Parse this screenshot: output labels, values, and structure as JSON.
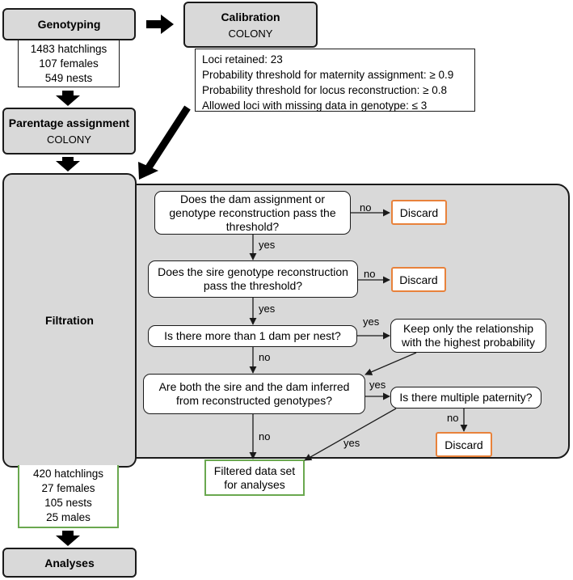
{
  "genotyping": {
    "title": "Genotyping",
    "counts": [
      "1483 hatchlings",
      "107 females",
      "549 nests"
    ]
  },
  "calibration": {
    "title": "Calibration",
    "subtitle": "COLONY",
    "params": [
      "Loci retained: 23",
      "Probability threshold for maternity assignment: ≥ 0.9",
      "Probability threshold for locus reconstruction: ≥ 0.8",
      "Allowed loci with missing data in genotype: ≤ 3"
    ]
  },
  "parentage": {
    "title": "Parentage assignment",
    "subtitle": "COLONY"
  },
  "filtration": {
    "title": "Filtration"
  },
  "questions": {
    "q1": "Does the dam assignment or genotype reconstruction pass the threshold?",
    "q2": "Does the sire genotype reconstruction pass the threshold?",
    "q3": "Is there more than 1 dam per nest?",
    "q4": "Are both the sire and the dam inferred from reconstructed genotypes?",
    "q5": "Is there multiple paternity?"
  },
  "actions": {
    "discard": "Discard",
    "keep": "Keep only the relationship with the highest probability",
    "filtered": "Filtered data set for analyses"
  },
  "labels": {
    "yes": "yes",
    "no": "no"
  },
  "output": {
    "counts": [
      "420 hatchlings",
      "27 females",
      "105 nests",
      "25 males"
    ]
  },
  "analyses": {
    "title": "Analyses"
  }
}
